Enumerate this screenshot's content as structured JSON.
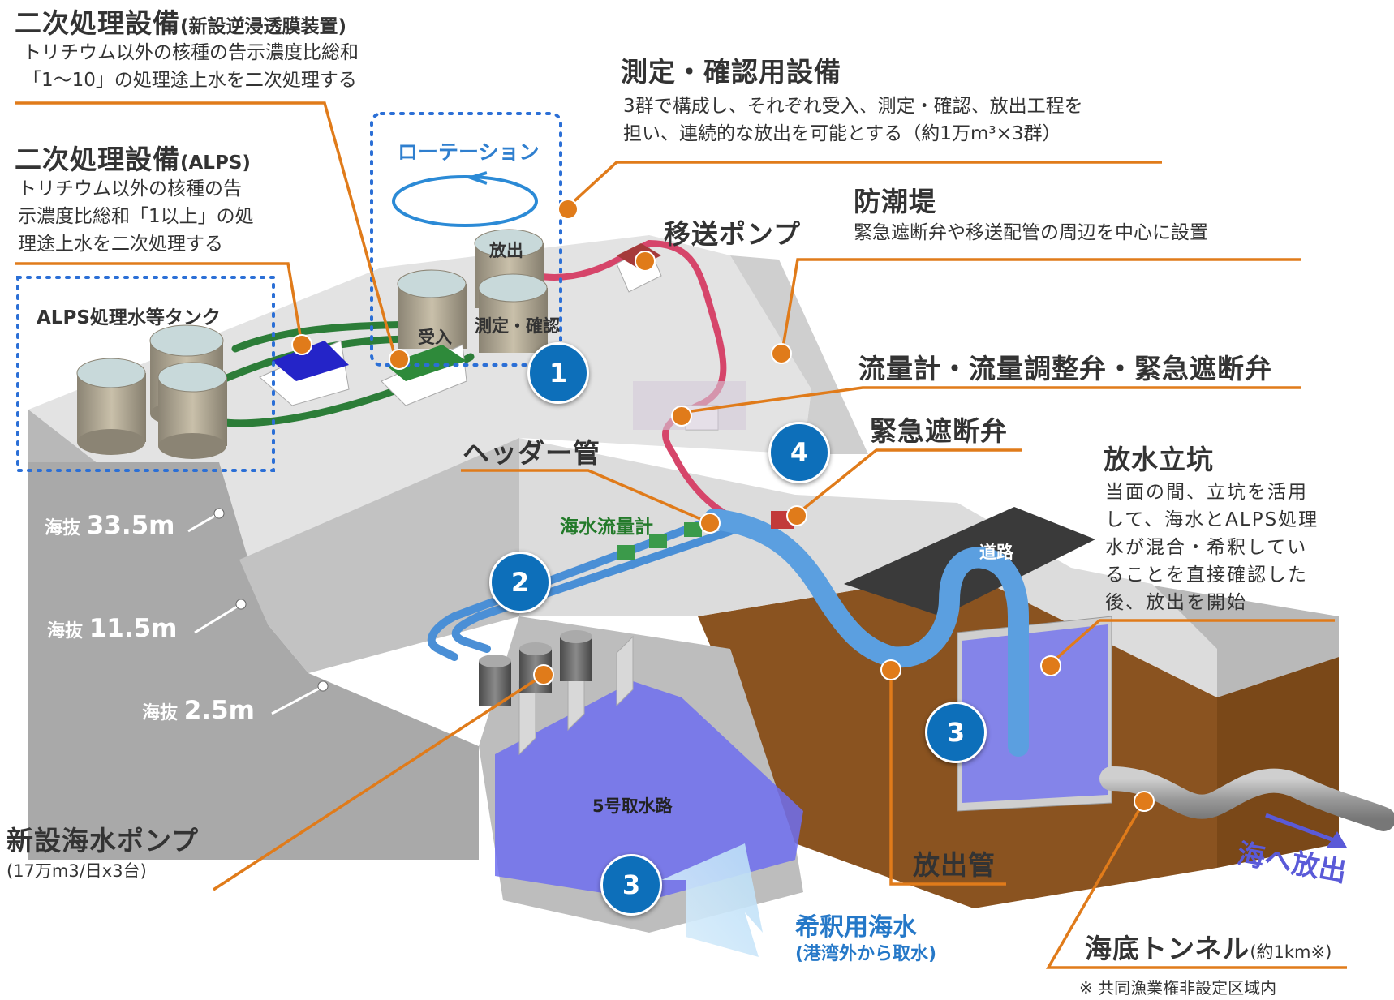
{
  "secondary_ro": {
    "title": "二次処理設備",
    "sub": "(新設逆浸透膜装置)",
    "desc": "トリチウム以外の核種の告示濃度比総和\n「1～10」の処理途上水を二次処理する"
  },
  "secondary_alps": {
    "title": "二次処理設備",
    "sub": "(ALPS)",
    "desc": "トリチウム以外の核種の告\n示濃度比総和「1以上」の処\n理途上水を二次処理する"
  },
  "tank_label": "ALPS処理水等タンク",
  "rotation_label": "ローテーション",
  "tank_tags": {
    "release": "放出",
    "measure": "測定・確認",
    "receive": "受入"
  },
  "measurement": {
    "title": "測定・確認用設備",
    "desc": "3群で構成し、それぞれ受入、測定・確認、放出工程を\n担い、連続的な放出を可能とする（約1万m³×3群）"
  },
  "transfer_pump": "移送ポンプ",
  "seawall": {
    "title": "防潮堤",
    "desc": "緊急遮断弁や移送配管の周辺を中心に設置"
  },
  "flowmeter": "流量計・流量調整弁・緊急遮断弁",
  "emergency_valve": "緊急遮断弁",
  "header_pipe": "ヘッダー管",
  "seawater_flowmeter": "海水流量計",
  "discharge_shaft": {
    "title": "放水立坑",
    "desc": "当面の間、立坑を活用\nして、海水とALPS処理\n水が混合・希釈してい\nることを直接確認した\n後、放出を開始"
  },
  "road": "道路",
  "elevations": [
    {
      "prefix": "海抜",
      "value": "33.5m"
    },
    {
      "prefix": "海抜",
      "value": "11.5m"
    },
    {
      "prefix": "海抜",
      "value": "2.5m"
    }
  ],
  "intake": "5号取水路",
  "new_pump": {
    "title": "新設海水ポンプ",
    "desc": "(17万m3/日x3台)"
  },
  "discharge_pipe": "放出管",
  "dilution": {
    "title": "希釈用海水",
    "sub": "(港湾外から取水)"
  },
  "sea_release": "海へ放出",
  "undersea_tunnel": {
    "title": "海底トンネル",
    "sub": "(約1km※)"
  },
  "footnote": "※ 共同漁業権非設定区域内",
  "badges": [
    "1",
    "2",
    "3",
    "3",
    "4"
  ],
  "colors": {
    "leader": "#e07b1a",
    "concrete_top": "#e3e3e3",
    "concrete_side": "#a9a9a9",
    "soil": "#8a5320",
    "water": "#6f6ff0",
    "pipe_red": "#d6456a",
    "pipe_green": "#2c7d38",
    "pipe_blue": "#4a8fd6",
    "badge": "#0d6fba"
  }
}
